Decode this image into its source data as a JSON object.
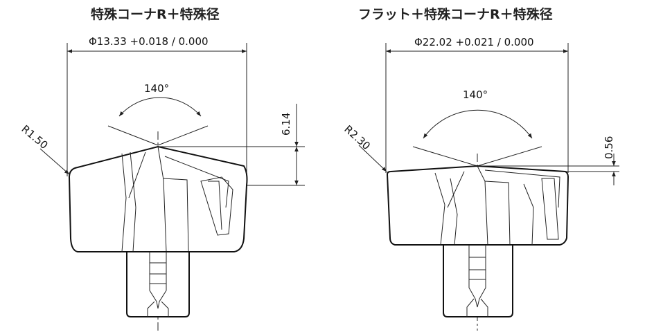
{
  "titles": {
    "left": "特殊コーナR＋特殊径",
    "right": "フラット＋特殊コーナR＋特殊径"
  },
  "left_tool": {
    "diameter_label": "Φ13.33  +0.018 / 0.000",
    "angle_label": "140°",
    "radius_label": "R1.50",
    "height_label": "6.14"
  },
  "right_tool": {
    "diameter_label": "Φ22.02 +0.021 / 0.000",
    "angle_label": "140°",
    "radius_label": "R2.30",
    "height_label": "0.56"
  }
}
